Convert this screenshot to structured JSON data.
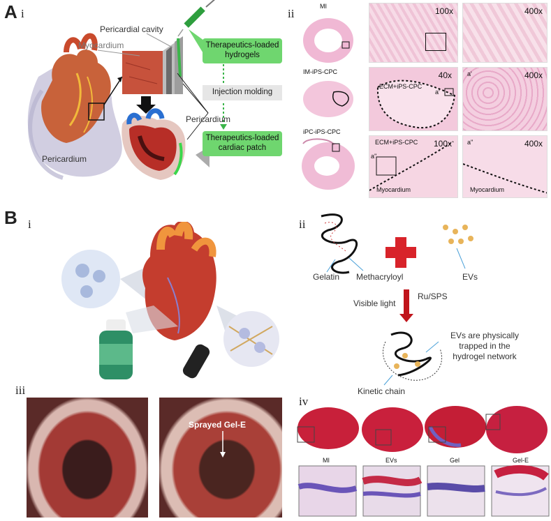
{
  "panel_a": {
    "letter": "A",
    "sub_i": "i",
    "sub_ii": "ii",
    "labels": {
      "pericardial_cavity": "Pericardial cavity",
      "myocardium": "Myocardium",
      "pericardium_left": "Pericardium",
      "pericardium_right": "Pericardium",
      "hydrogels": "Therapeutics-loaded hydrogels",
      "injection_molding": "Injection molding",
      "cardiac_patch": "Therapeutics-loaded cardiac patch"
    },
    "histology": {
      "row_labels": [
        "MI",
        "IM-iPS-CPC",
        "iPC-iPS-CPC"
      ],
      "mag_100x_a": "100x",
      "mag_400x_a": "400x",
      "ecm_label_1": "ECM+iPS-CPC",
      "mag_40x": "40x",
      "a_prime": "a'",
      "mag_400x_b": "400x",
      "ecm_label_2": "ECM+iPS-CPC",
      "mag_100x_b": "100x",
      "a_double_prime": "a''",
      "mag_400x_c": "400x",
      "myocardium_1": "Myocardium",
      "myocardium_2": "Myocardium"
    }
  },
  "panel_b": {
    "letter": "B",
    "sub_i": "i",
    "sub_ii": "ii",
    "sub_iii": "iii",
    "sub_iv": "iv",
    "chem": {
      "gelatin": "Gelatin",
      "methacryloyl": "Methacryloyl",
      "evs": "EVs",
      "visible_light": "Visible light",
      "ru_sps": "Ru/SPS",
      "evs_trapped": "EVs are physically trapped in the hydrogel network",
      "kinetic_chain": "Kinetic chain"
    },
    "photo_label": "Sprayed Gel-E",
    "groups": [
      "MI",
      "EVs",
      "Gel",
      "Gel-E"
    ]
  },
  "colors": {
    "green_box": "#6fd66f",
    "red_plus": "#d8232a",
    "dark_red_arrow": "#c0141b",
    "histo_pink": "#f3d3e2"
  }
}
